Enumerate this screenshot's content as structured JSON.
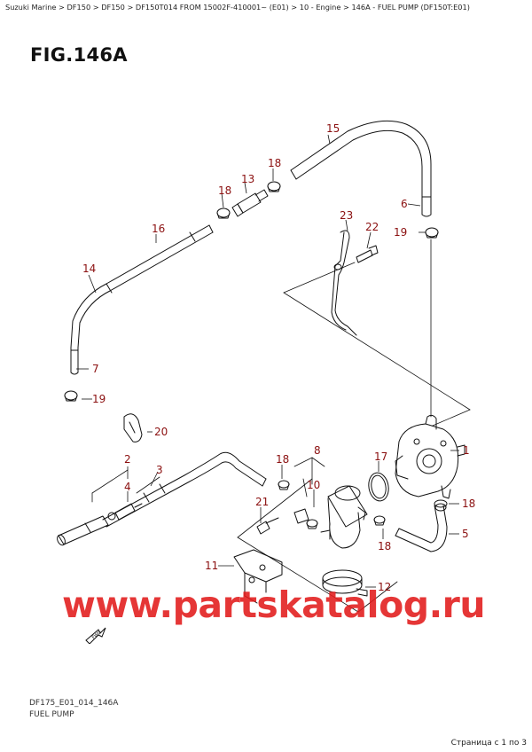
{
  "breadcrumb": "Suzuki Marine > DF150 > DF150 > DF150T014 FROM 15002F-410001~ (E01) > 10 - Engine > 146A - FUEL PUMP (DF150T:E01)",
  "figure_title": "FIG.146A",
  "callouts": [
    "1",
    "2",
    "3",
    "4",
    "5",
    "6",
    "7",
    "8",
    "10",
    "11",
    "12",
    "13",
    "14",
    "15",
    "16",
    "17",
    "18",
    "19",
    "20",
    "21",
    "22",
    "23"
  ],
  "labels": {
    "c1": "1",
    "c2": "2",
    "c3": "3",
    "c4": "4",
    "c5": "5",
    "c6": "6",
    "c7": "7",
    "c8": "8",
    "c10": "10",
    "c11": "11",
    "c12": "12",
    "c13": "13",
    "c14": "14",
    "c15": "15",
    "c16": "16",
    "c17": "17",
    "c18a": "18",
    "c18b": "18",
    "c18c": "18",
    "c18d": "18",
    "c18e": "18",
    "c19a": "19",
    "c19b": "19",
    "c20": "20",
    "c21": "21",
    "c22": "22",
    "c23": "23"
  },
  "forward_marker": "FWD",
  "watermark": "www.partskatalog.ru",
  "footer": {
    "code": "DF175_E01_014_146A",
    "name": "FUEL PUMP"
  },
  "pagination": "Страница с 1 по 3",
  "colors": {
    "callout": "#8b1010",
    "watermark": "#e21b1b",
    "line": "#111111"
  },
  "icons": [
    "forward-arrow-icon"
  ]
}
